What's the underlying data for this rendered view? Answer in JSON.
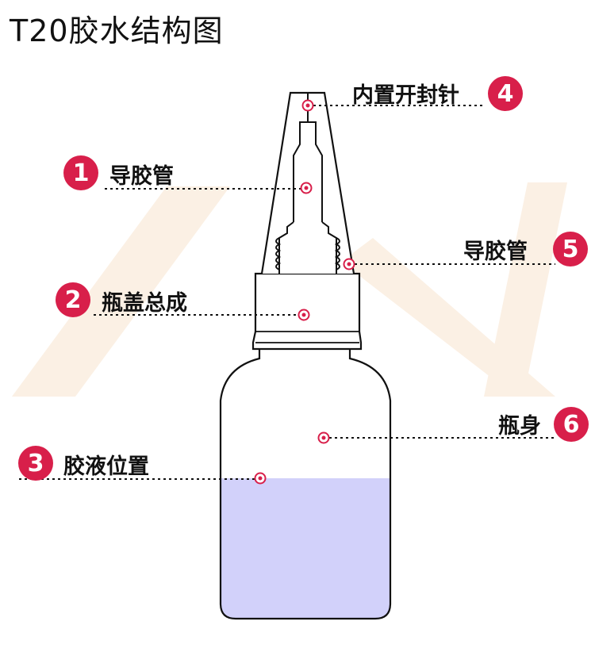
{
  "title": "T20胶水结构图",
  "colors": {
    "accent": "#d81f4a",
    "outline": "#111111",
    "glue": "#d2d1fa",
    "watermark": "#fbf0e4"
  },
  "parts": [
    {
      "number": "1",
      "label": "导胶管"
    },
    {
      "number": "2",
      "label": "瓶盖总成"
    },
    {
      "number": "3",
      "label": "胶液位置"
    },
    {
      "number": "4",
      "label": "内置开封针"
    },
    {
      "number": "5",
      "label": "导胶管"
    },
    {
      "number": "6",
      "label": "瓶身"
    }
  ]
}
